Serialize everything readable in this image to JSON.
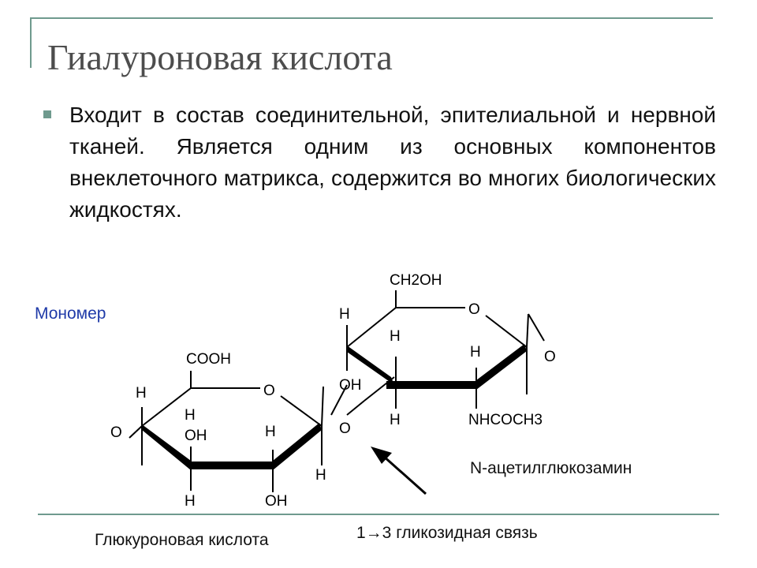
{
  "slide": {
    "title": "Гиалуроновая кислота",
    "bullet_text": "Входит в состав соединительной, эпителиальной и нервной тканей. Является одним из основных компонентов внеклеточного матрикса, содержится во многих биологических жидкостях.",
    "monomer_label": "Мономер",
    "glucuronic_label": "Глюкуроновая кислота",
    "acetylglucosamine_label": "N-ацетилглюкозамин",
    "bond_label": "1→3 гликозидная связь"
  },
  "structure": {
    "left_ring": {
      "carboxyl": "COOH",
      "ring_oxygen": "O",
      "c4_h": "H",
      "c4_o": "O",
      "c3_h_top": "H",
      "c3_oh": "OH",
      "c3_h_bottom": "H",
      "c2_h": "H",
      "c2_oh": "OH",
      "c1_h": "H"
    },
    "link_oxygen": "O",
    "right_ring": {
      "hydroxymethyl": "CH2OH",
      "ring_oxygen": "O",
      "c4_h": "H",
      "c5_h": "H",
      "c4_oh": "OH",
      "c3_h": "H",
      "c2_h": "H",
      "c2_nhcoch3": "NHCOCH3",
      "c1_o": "O"
    }
  }
}
